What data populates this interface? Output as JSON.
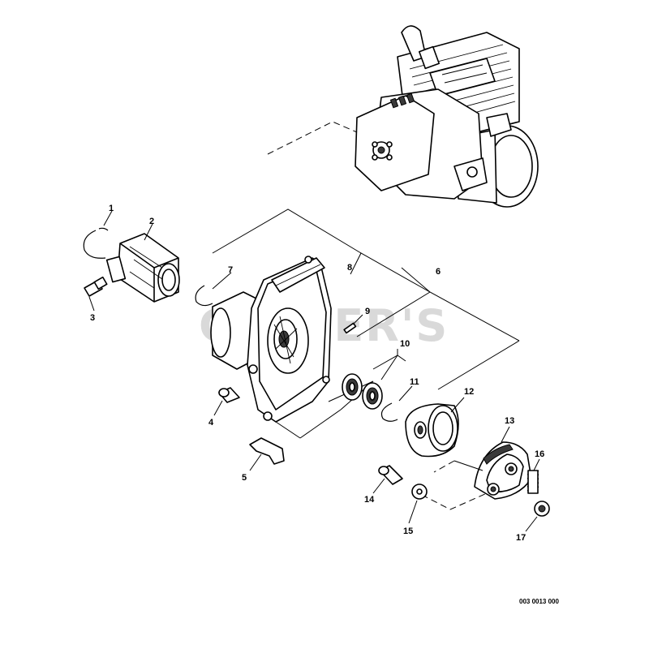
{
  "watermark": "CUTTER'S",
  "document_number": "003 0013 000",
  "callouts": {
    "c1": "1",
    "c2": "2",
    "c3": "3",
    "c4": "4",
    "c5": "5",
    "c6": "6",
    "c7": "7",
    "c8": "8",
    "c9": "9",
    "c10": "10",
    "c11": "11",
    "c12": "12",
    "c13": "13",
    "c14": "14",
    "c15": "15",
    "c16": "16",
    "c17": "17"
  }
}
